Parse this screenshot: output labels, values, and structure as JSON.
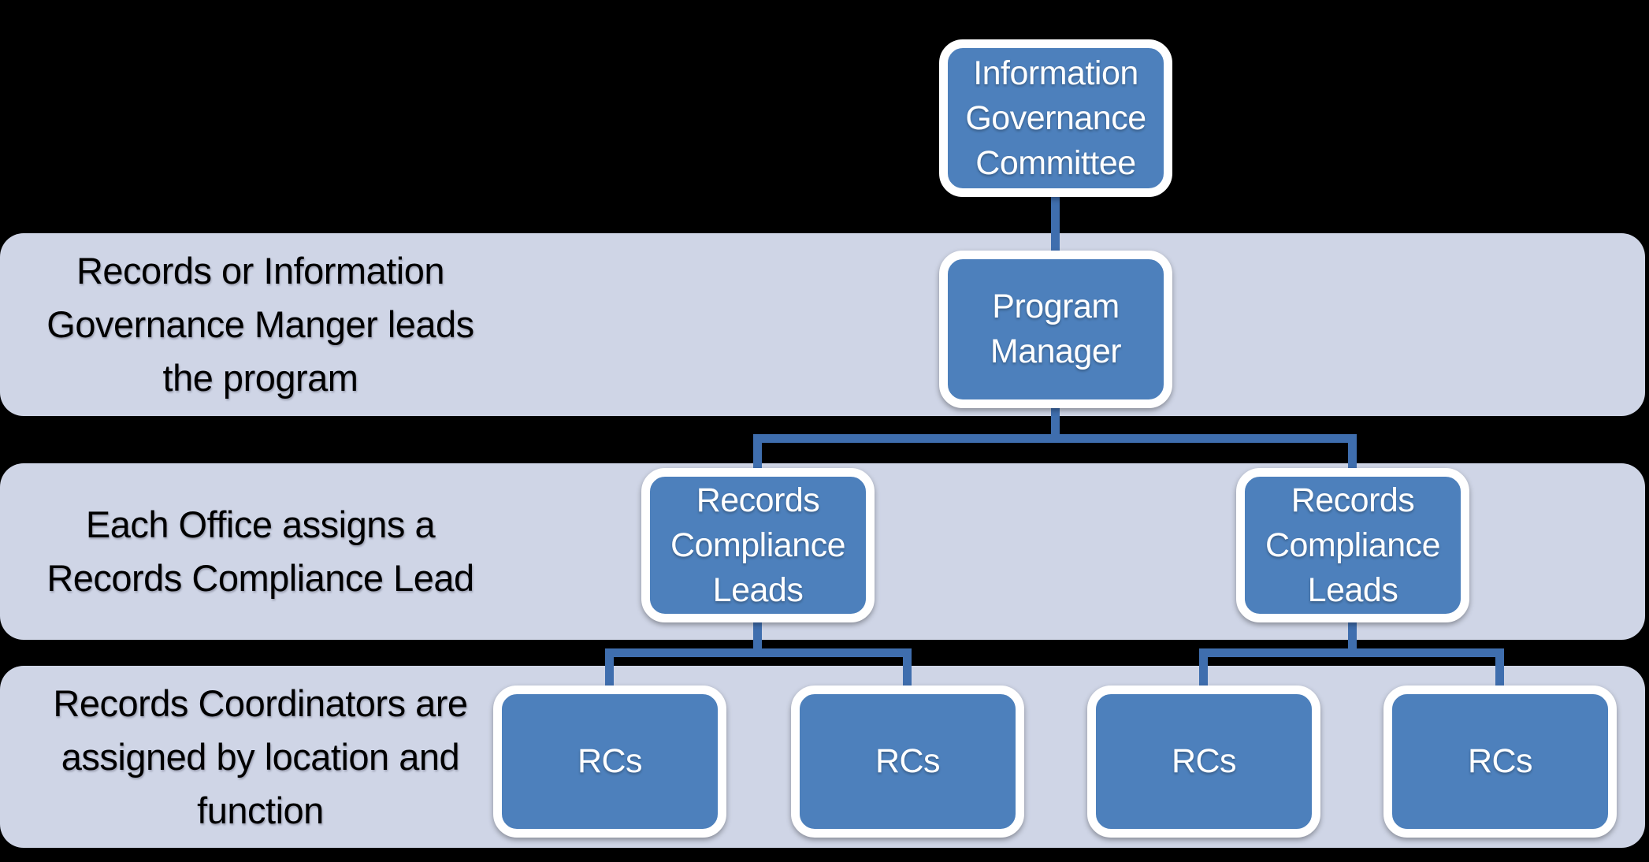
{
  "diagram": {
    "type": "org-chart",
    "bands": [
      {
        "label": "Records or Information\nGovernance Manger leads\nthe program"
      },
      {
        "label": "Each Office assigns a\nRecords  Compliance Lead"
      },
      {
        "label": "Records Coordinators are\nassigned by location and\nfunction"
      }
    ],
    "nodes": {
      "igc": {
        "label": "Information\nGovernance\nCommittee"
      },
      "pm": {
        "label": "Program\nManager"
      },
      "rcl_left": {
        "label": "Records\nCompliance\nLeads"
      },
      "rcl_right": {
        "label": "Records\nCompliance\nLeads"
      },
      "rc1": {
        "label": "RCs"
      },
      "rc2": {
        "label": "RCs"
      },
      "rc3": {
        "label": "RCs"
      },
      "rc4": {
        "label": "RCs"
      }
    },
    "edges": [
      "igc -> pm",
      "pm -> rcl_left",
      "pm -> rcl_right",
      "rcl_left -> rc1",
      "rcl_left -> rc2",
      "rcl_right -> rc3",
      "rcl_right -> rc4"
    ],
    "colors": {
      "background": "#000000",
      "band_fill": "#cfd5e6",
      "node_fill": "#4d80bc",
      "node_border": "#ffffff",
      "connector": "#3f6eae",
      "band_text": "#000000",
      "node_text": "#ffffff"
    }
  }
}
